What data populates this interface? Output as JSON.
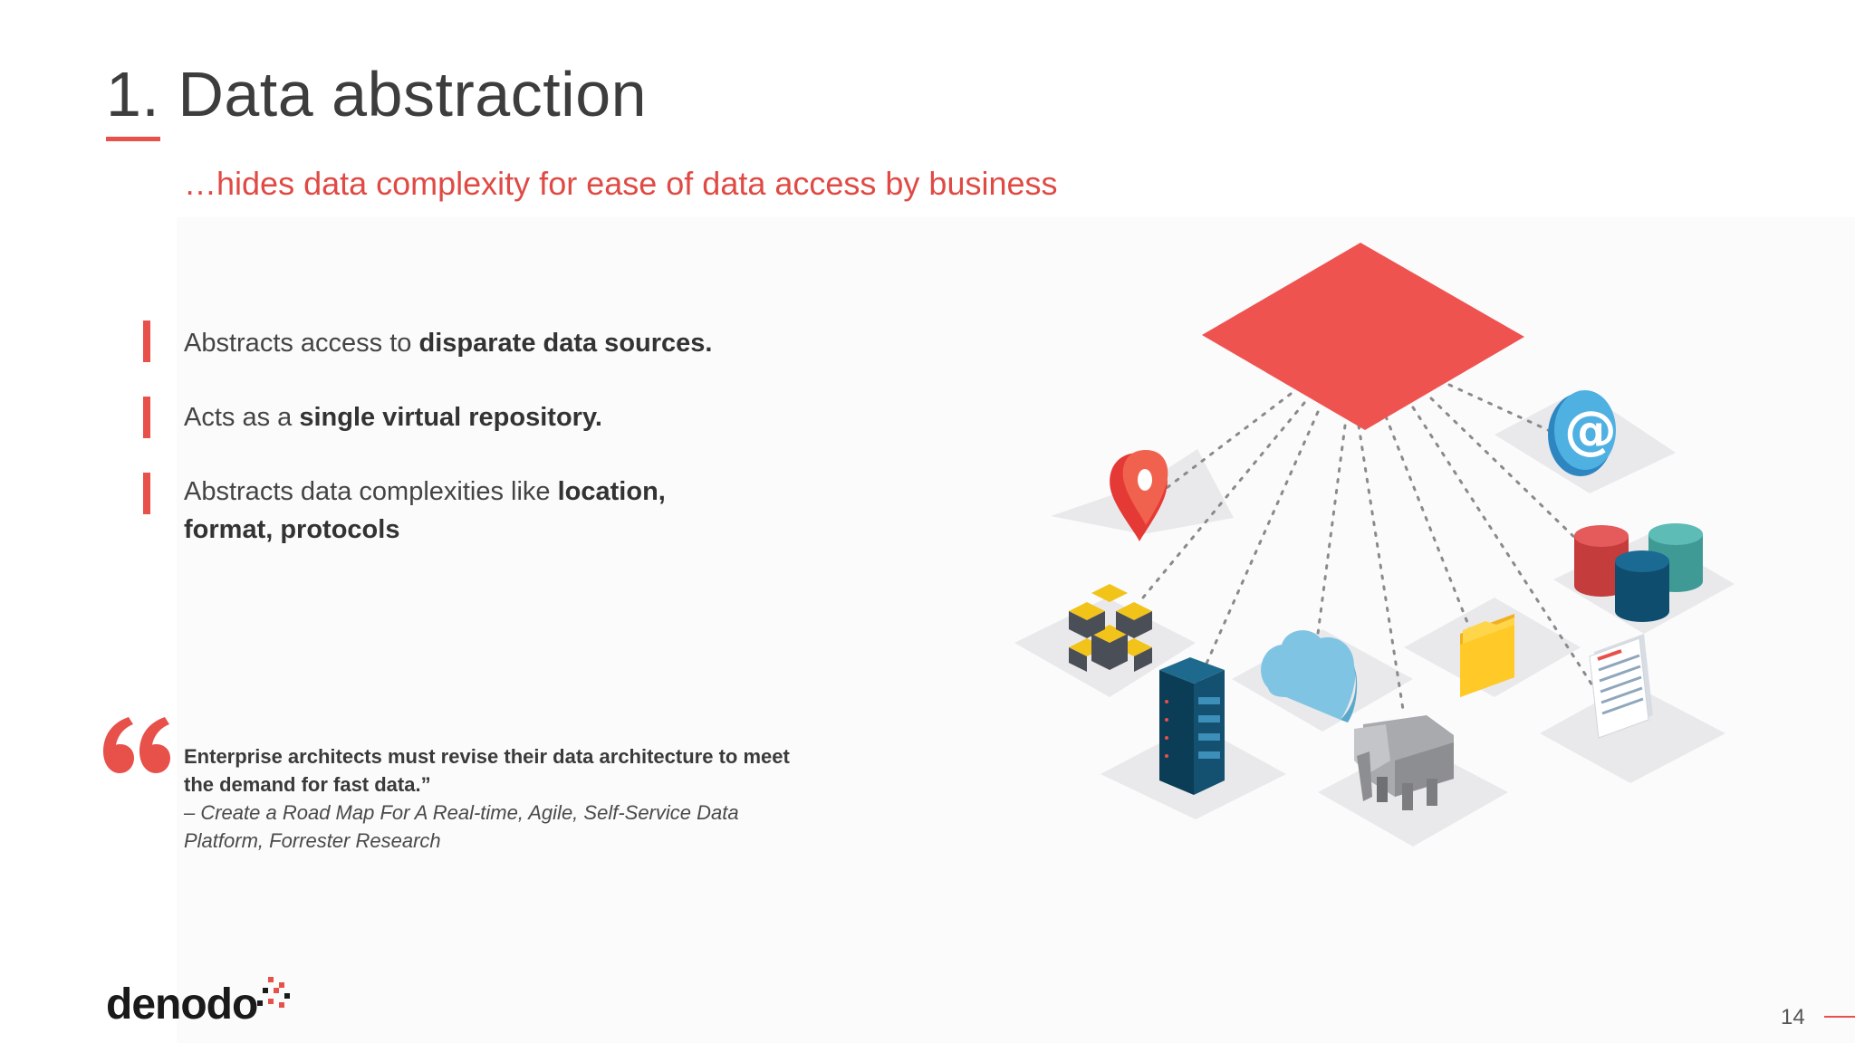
{
  "slide": {
    "title": "1. Data abstraction",
    "subtitle": "…hides data complexity for ease of data access by business",
    "bullets": [
      {
        "plain": "Abstracts access to ",
        "bold": "disparate data sources."
      },
      {
        "plain": "Acts as a ",
        "bold": "single virtual repository."
      },
      {
        "plain": "Abstracts data complexities like ",
        "bold": "location,",
        "line2_bold": "format, protocols"
      }
    ],
    "quote": {
      "text_line1": "Enterprise architects must revise their data architecture to meet",
      "text_line2": "the demand for fast data.”",
      "source_line1": "– Create a Road Map For A Real-time, Agile, Self-Service Data",
      "source_line2": "Platform, Forrester Research"
    },
    "logo": "denodo",
    "page_number": "14"
  },
  "diagram": {
    "hub": "red-diamond",
    "nodes": [
      "location-pin-icon",
      "email-at-icon",
      "cubes-icon",
      "databases-icon",
      "server-rack-icon",
      "cloud-icon",
      "folder-icon",
      "document-icon",
      "hadoop-elephant-icon"
    ]
  },
  "colors": {
    "accent": "#e8504a",
    "title": "#3d3d3d",
    "text": "#444444"
  }
}
